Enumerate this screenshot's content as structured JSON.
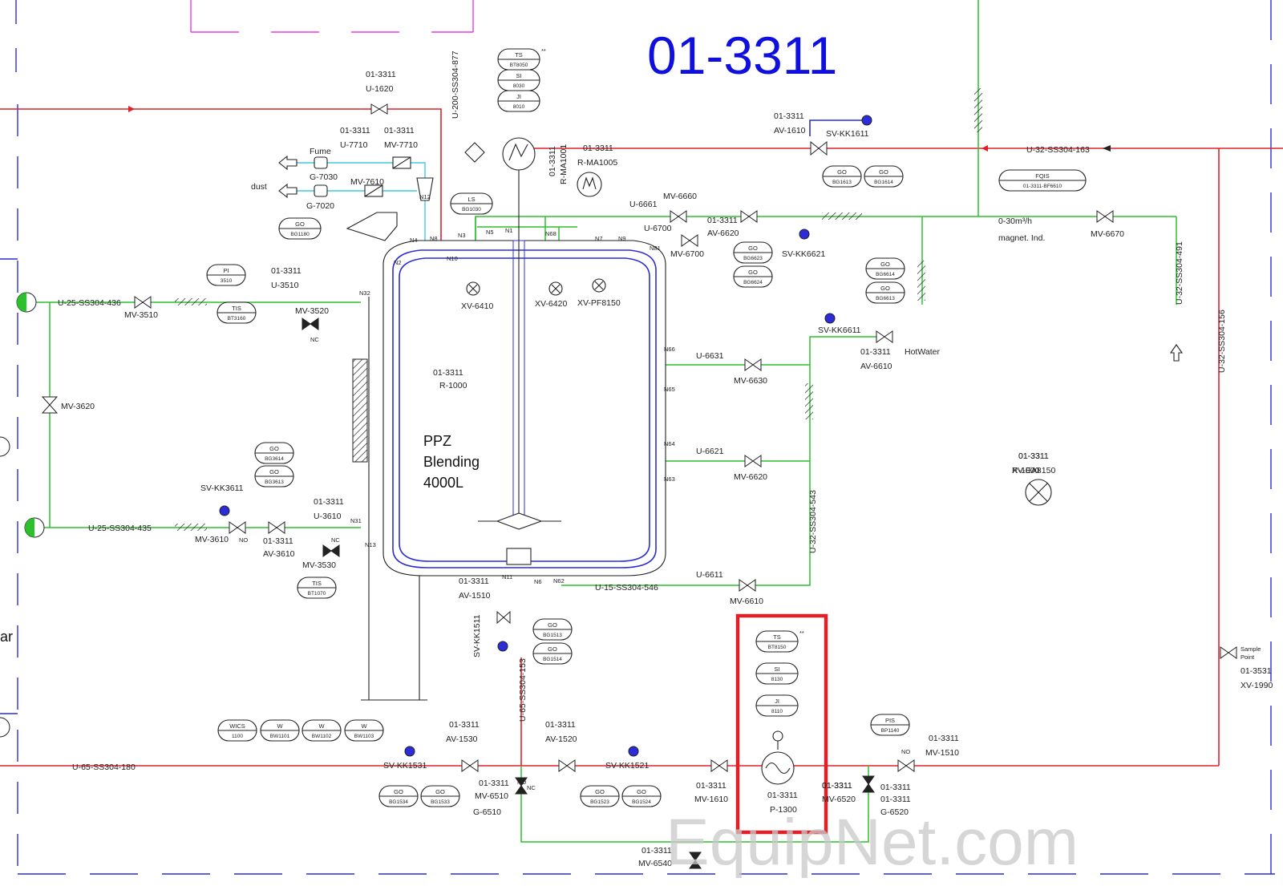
{
  "title": "01-3311",
  "vessel": {
    "tag": "01-3311",
    "id": "R-1000",
    "line1": "PPZ",
    "line2": "Blending",
    "line3": "4000L"
  },
  "watermark": "EquipNet.com",
  "instruments": [
    {
      "id": "i1",
      "top": "TS",
      "bottom": "BT8050",
      "note": "**"
    },
    {
      "id": "i2",
      "top": "SI",
      "bottom": "8030"
    },
    {
      "id": "i3",
      "top": "JI",
      "bottom": "8010"
    },
    {
      "id": "i4",
      "top": "LS",
      "bottom": "BG1030"
    },
    {
      "id": "i5",
      "top": "GO",
      "bottom": "BG1180"
    },
    {
      "id": "i6",
      "top": "PI",
      "bottom": "3510"
    },
    {
      "id": "i7",
      "top": "TIS",
      "bottom": "BT3160"
    },
    {
      "id": "i8",
      "top": "GO",
      "bottom": "BG1613"
    },
    {
      "id": "i9",
      "top": "GO",
      "bottom": "BG1614"
    },
    {
      "id": "i10",
      "top": "FQIS",
      "bottom": "01-3311-BF6610"
    },
    {
      "id": "i11",
      "top": "GO",
      "bottom": "BG6623"
    },
    {
      "id": "i12",
      "top": "GO",
      "bottom": "BG6624"
    },
    {
      "id": "i13",
      "top": "GO",
      "bottom": "BG6614"
    },
    {
      "id": "i14",
      "top": "GO",
      "bottom": "BG6613"
    },
    {
      "id": "i15",
      "top": "GO",
      "bottom": "BG3614"
    },
    {
      "id": "i16",
      "top": "GO",
      "bottom": "BG3613"
    },
    {
      "id": "i17",
      "top": "TIS",
      "bottom": "BT1070"
    },
    {
      "id": "i18",
      "top": "GO",
      "bottom": "BG1513"
    },
    {
      "id": "i19",
      "top": "GO",
      "bottom": "BG1514"
    },
    {
      "id": "i20",
      "top": "WICS",
      "bottom": "1100"
    },
    {
      "id": "i21",
      "top": "W",
      "bottom": "BW1101"
    },
    {
      "id": "i22",
      "top": "W",
      "bottom": "BW1102"
    },
    {
      "id": "i23",
      "top": "W",
      "bottom": "BW1103"
    },
    {
      "id": "i24",
      "top": "GO",
      "bottom": "BG1534"
    },
    {
      "id": "i25",
      "top": "GO",
      "bottom": "BG1533"
    },
    {
      "id": "i26",
      "top": "GO",
      "bottom": "BG1523"
    },
    {
      "id": "i27",
      "top": "GO",
      "bottom": "BG1524"
    },
    {
      "id": "i28",
      "top": "TS",
      "bottom": "BT8150",
      "note": "**"
    },
    {
      "id": "i29",
      "top": "SI",
      "bottom": "8130"
    },
    {
      "id": "i30",
      "top": "JI",
      "bottom": "8110"
    },
    {
      "id": "i31",
      "top": "PIS",
      "bottom": "BP1140"
    }
  ],
  "labels": {
    "l1": "01-3311",
    "l2": "U-1620",
    "l3": "01-3311",
    "l4": "U-7710",
    "l5": "01-3311",
    "l6": "MV-7710",
    "l7": "Fume",
    "l8": "G-7030",
    "l9": "dust",
    "l10": "MV-7610",
    "l11": "G-7020",
    "l12": "N12",
    "l13": "U-200-SS304-877",
    "l14": "01-3311",
    "l15": "R-MA1001",
    "l16": "01-3311",
    "l17": "R-MA1005",
    "l18": "01-3311",
    "l19": "AV-1610",
    "l20": "SV-KK1611",
    "l21": "U-32-SS304-163",
    "l22": "U-6661",
    "l23": "MV-6660",
    "l24": "U-6700",
    "l25": "MV-6700",
    "l26": "01-3311",
    "l27": "AV-6620",
    "l28": "SV-KK6621",
    "l29": "0-30m³/h",
    "l30": "magnet. Ind.",
    "l31": "MV-6670",
    "l32": "U-32-SS304-491",
    "l33": "U-32-SS304-156",
    "l34": "01-3311",
    "l35": "U-3510",
    "l36": "U-25-SS304-436",
    "l37": "MV-3510",
    "l38": "MV-3520",
    "l39": "N32",
    "l40": "XV-6410",
    "l41": "XV-6420",
    "l42": "XV-PF8150",
    "l43": "SV-KK6611",
    "l44": "01-3311",
    "l45": "AV-6610",
    "l46": "HotWater",
    "l47": "U-6631",
    "l48": "MV-6630",
    "l49": "N66",
    "l50": "N65",
    "l51": "01-3311",
    "l52": "R-1000",
    "l53": "MV-3620",
    "l54": "N64",
    "l55": "N63",
    "l56": "U-6621",
    "l57": "MV-6620",
    "l58": "U-32-SS304-543",
    "l59": "01-3311",
    "l60": "XV-EA8150",
    "l61": "SV-KK3611",
    "l62": "01-3311",
    "l63": "U-3610",
    "l64": "U-25-SS304-435",
    "l65": "MV-3610",
    "l66": "01-3311",
    "l67": "AV-3610",
    "l68": "N31",
    "l69": "N13",
    "l70": "MV-3530",
    "l71": "01-3311",
    "l72": "AV-1510",
    "l73": "N11",
    "l74": "N6",
    "l75": "N62",
    "l76": "U-6611",
    "l77": "U-15-SS304-546",
    "l78": "MV-6610",
    "l79": "SV-KK1511",
    "l80": "U-65-SS304-153",
    "l81": "ar",
    "l82": "Sample",
    "l83": "Point",
    "l84": "01-3531",
    "l85": "XV-1990",
    "l86": "01-3311",
    "l87": "AV-1530",
    "l88": "01-3311",
    "l89": "AV-1520",
    "l90": "SV-KK1531",
    "l91": "SV-KK1521",
    "l92": "U-65-SS304-180",
    "l93": "01-3311",
    "l94": "MV-6510",
    "l95": "G-6510",
    "l96": "NO",
    "l97": "01-3311",
    "l98": "MV-1610",
    "l99": "01-3311",
    "l100": "P-1300",
    "l101": "01-3311",
    "l102": "MV-6520",
    "l103": "01-3311",
    "l104": "G-6520",
    "l105": "01-3311",
    "l106": "MV-1510",
    "l107": "NO",
    "l108": "01-3311",
    "l109": "MV-6540",
    "l110": "N4",
    "l111": "N8",
    "l112": "N3",
    "l113": "N5",
    "l114": "N1",
    "l115": "N68",
    "l116": "N7",
    "l117": "N9",
    "l118": "N81",
    "l119": "N10",
    "l120": "N2",
    "l121": "NC",
    "l122": "NO",
    "l123": "NC",
    "l124": "NC",
    "l125": "01-3311",
    "l126": "01-3311"
  }
}
